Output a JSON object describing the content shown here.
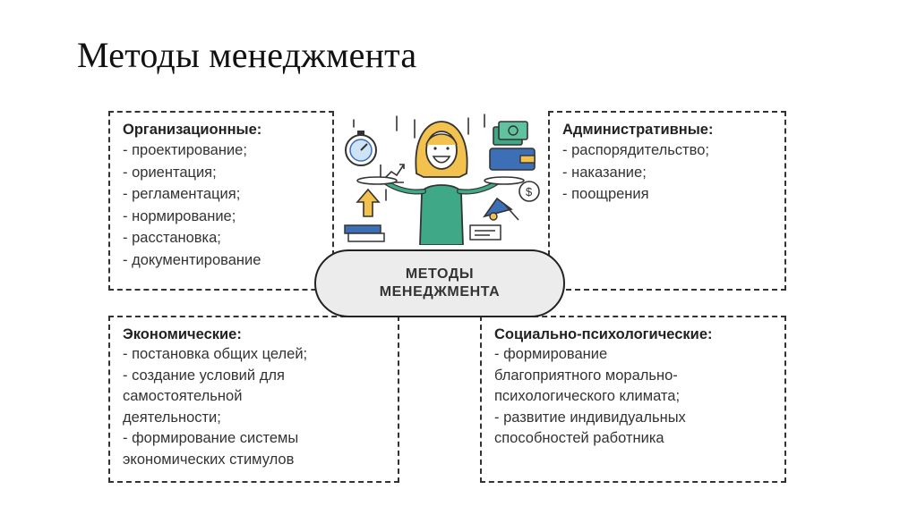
{
  "title": "Методы менеджмента",
  "center_label": "МЕТОДЫ\nМЕНЕДЖМЕНТА",
  "organizational": {
    "heading": "Организационные:",
    "items": [
      "проектирование;",
      "ориентация;",
      "регламентация;",
      "нормирование;",
      "расстановка;",
      "документирование"
    ]
  },
  "administrative": {
    "heading": "Административные:",
    "items": [
      "распорядительство;",
      "наказание;",
      "поощрения"
    ]
  },
  "economic": {
    "heading": "Экономические:",
    "lines": [
      "- постановка общих целей;",
      "- создание условий для",
      "самостоятельной",
      "деятельности;",
      "- формирование системы",
      "экономических стимулов"
    ]
  },
  "socio_psychological": {
    "heading": "Социально-психологические:",
    "lines": [
      "- формирование",
      "благоприятного морально-",
      "психологического климата;",
      "- развитие индивидуальных",
      "способностей работника"
    ]
  },
  "colors": {
    "accent_green": "#3fa987",
    "accent_yellow": "#f2c14e",
    "accent_blue": "#3d6fb6",
    "line": "#333333"
  }
}
